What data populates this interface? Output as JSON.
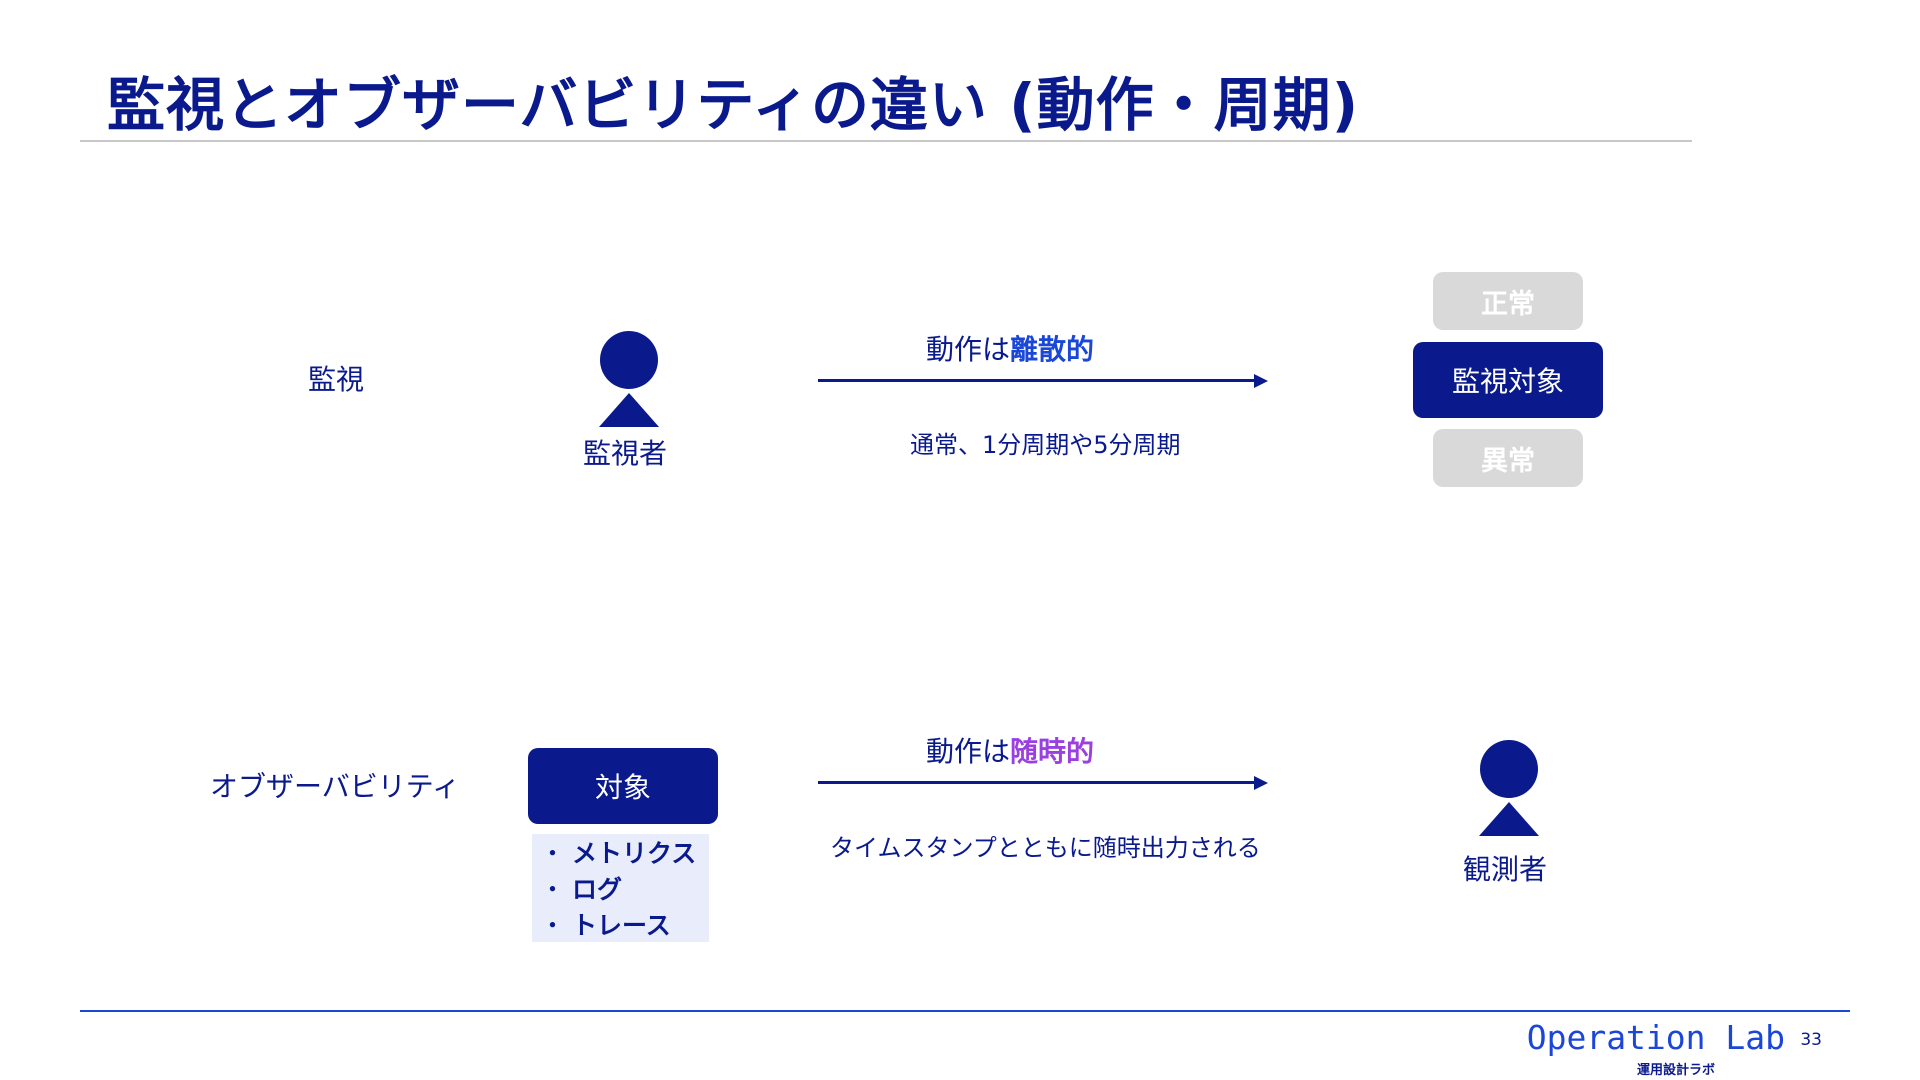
{
  "slide": {
    "title": "監視とオブザーバビリティの違い (動作・周期)"
  },
  "monitoring": {
    "row_label": "監視",
    "actor_caption": "監視者",
    "arrow_label_prefix": "動作は",
    "arrow_label_highlight": "離散的",
    "arrow_subcaption": "通常、1分周期や5分周期",
    "target_label": "監視対象",
    "state_normal": "正常",
    "state_abnormal": "異常"
  },
  "observability": {
    "row_label": "オブザーバビリティ",
    "target_label": "対象",
    "signals": [
      "メトリクス",
      "ログ",
      "トレース"
    ],
    "bullet": "・",
    "arrow_label_prefix": "動作は",
    "arrow_label_highlight": "随時的",
    "arrow_subcaption": "タイムスタンプとともに随時出力される",
    "observer_caption": "観測者"
  },
  "footer": {
    "brand": "Operation Lab",
    "brand_sub": "運用設計ラボ",
    "page_number": "33"
  },
  "colors": {
    "navy": "#0a1a8c",
    "blue_highlight": "#1b47d8",
    "purple_highlight": "#9a3fe0",
    "gray_pill": "#d9d9d9",
    "list_bg": "#e8ecfb"
  }
}
